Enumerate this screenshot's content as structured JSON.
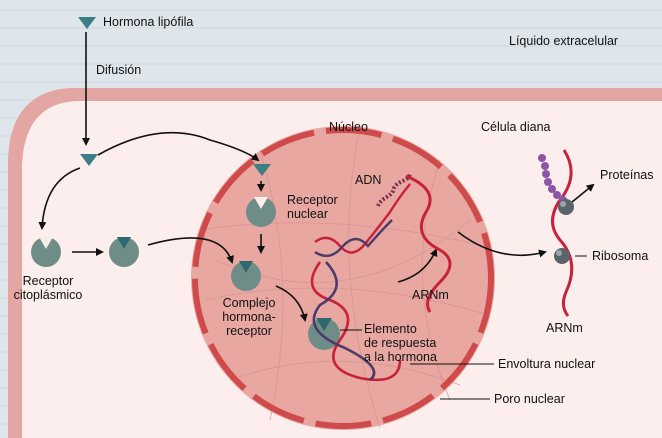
{
  "labels": {
    "hormone": "Hormona lipófila",
    "diffusion": "Difusión",
    "extracellular": "Líquido extracelular",
    "nucleus": "Núcleo",
    "target_cell": "Célula diana",
    "dna": "ADN",
    "proteins": "Proteínas",
    "cyto_receptor": [
      "Receptor",
      "citoplásmico"
    ],
    "nuclear_receptor": [
      "Receptor",
      "nuclear"
    ],
    "ribosome": "Ribosoma",
    "mrna_nucleus": "ARNm",
    "mrna_cytoplasm": "ARNm",
    "complex": [
      "Complejo",
      "hormona-",
      "receptor"
    ],
    "response_element": [
      "Elemento",
      "de respuesta",
      "a la hormona"
    ],
    "nuclear_envelope": "Envoltura nuclear",
    "nuclear_pore": "Poro nuclear"
  },
  "colors": {
    "hormone": "#3a7f86",
    "receptor": "#6f8d87",
    "nucleus_fill": "#e8a7a1",
    "nucleus_edge": "#cf4a4a",
    "membrane": "#e3a6a3",
    "cell_fill": "#fbeeec",
    "mrna": "#c7223a",
    "dna": "#4b3a6a",
    "peptide": "#8d55a6",
    "background": "#dfe6ec"
  },
  "icons": [
    "hormone-triangle-icon",
    "receptor-icon",
    "ribosome-icon",
    "arrow-icon"
  ]
}
